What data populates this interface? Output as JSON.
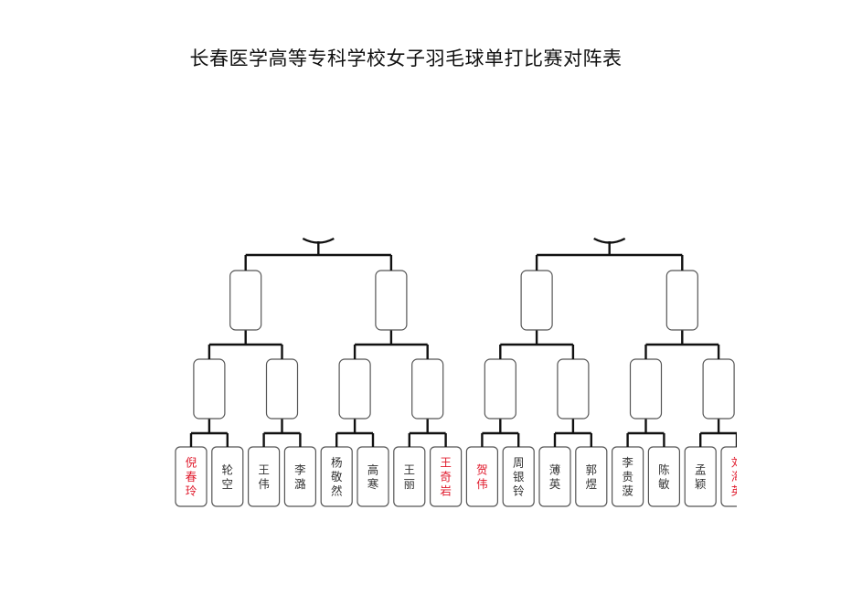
{
  "title": "长春医学高等专科学校女子羽毛球单打比赛对阵表",
  "colors": {
    "seed": "#e0192b",
    "normal": "#333333",
    "line": "#111111",
    "box": "#555555"
  },
  "players": [
    {
      "name": "倪春玲",
      "seed": true
    },
    {
      "name": "轮空",
      "seed": false
    },
    {
      "name": "王伟",
      "seed": false
    },
    {
      "name": "李潞",
      "seed": false
    },
    {
      "name": "杨敬然",
      "seed": false
    },
    {
      "name": "高寒",
      "seed": false
    },
    {
      "name": "王丽",
      "seed": false
    },
    {
      "name": "王奇岩",
      "seed": true
    },
    {
      "name": "贺伟",
      "seed": true
    },
    {
      "name": "周银铃",
      "seed": false
    },
    {
      "name": "薄英",
      "seed": false
    },
    {
      "name": "郭煜",
      "seed": false
    },
    {
      "name": "李贵菠",
      "seed": false
    },
    {
      "name": "陈敏",
      "seed": false
    },
    {
      "name": "孟颖",
      "seed": false
    },
    {
      "name": "刘海英",
      "seed": true
    }
  ]
}
